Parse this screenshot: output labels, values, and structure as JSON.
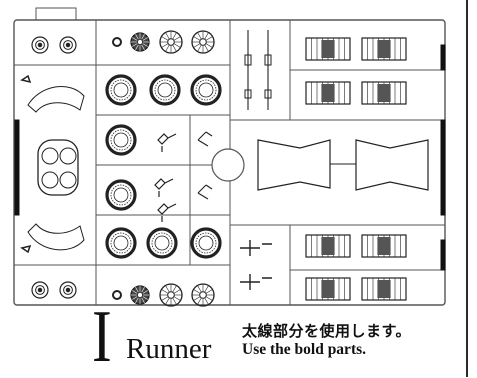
{
  "runner": {
    "letter": "I",
    "word": "Runner"
  },
  "instructions": {
    "japanese": "太線部分を使用します。",
    "english": "Use the bold parts."
  },
  "colors": {
    "line": "#222222",
    "frame": "#555555",
    "background": "#ffffff"
  }
}
